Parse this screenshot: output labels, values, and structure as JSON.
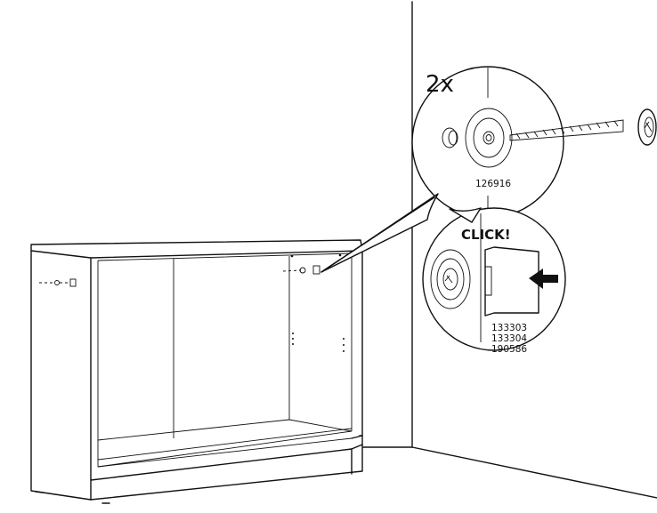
{
  "instruction": {
    "quantity_label": "2x",
    "click_label": "CLICK!",
    "screw_part_number": "126916",
    "fitting_part_numbers": [
      "133303",
      "133304",
      "190586"
    ]
  },
  "icons": {
    "screw": "screw-icon",
    "wall_plug": "wall-plug-icon",
    "washer": "washer-icon",
    "clip": "click-clip-icon",
    "arrow": "push-arrow-icon"
  },
  "colors": {
    "line": "#111111",
    "background": "#ffffff"
  }
}
